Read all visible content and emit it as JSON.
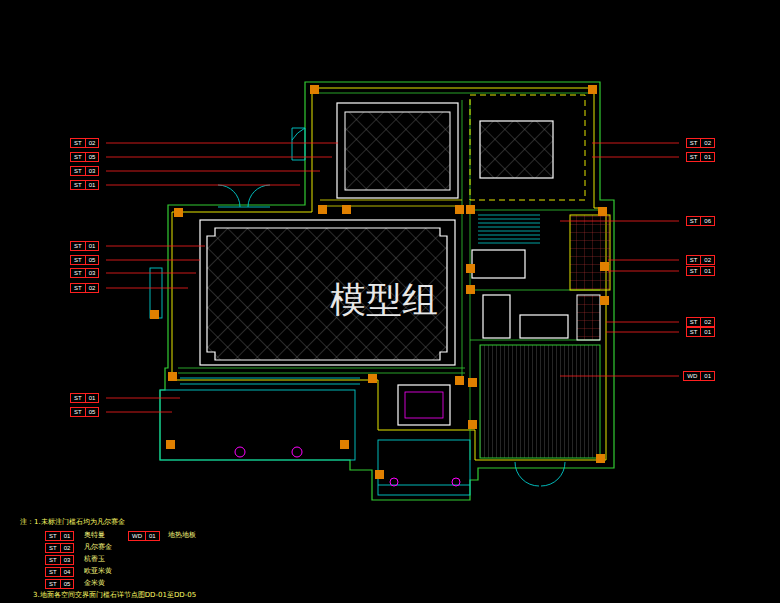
{
  "diagram": {
    "nodes": [
      {
        "text": [
          "ST",
          "02"
        ]
      },
      {
        "text": [
          "ST",
          "02"
        ]
      },
      {
        "text": [
          "ST",
          "05"
        ]
      },
      {
        "text": [
          "ST",
          "01"
        ]
      },
      {
        "text": [
          "ST",
          "03"
        ]
      },
      {
        "text": [
          "ST",
          "01"
        ]
      },
      {
        "text": [
          "ST",
          "06"
        ]
      },
      {
        "text": [
          "ST",
          "01"
        ]
      },
      {
        "text": [
          "ST",
          "05"
        ]
      },
      {
        "text": [
          "ST",
          "02"
        ]
      },
      {
        "text": [
          "ST",
          "01"
        ]
      },
      {
        "text": [
          "ST",
          "03"
        ]
      },
      {
        "text": [
          "ST",
          "02"
        ]
      },
      {
        "text": [
          "ST",
          "02"
        ]
      },
      {
        "text": [
          "ST",
          "01"
        ]
      },
      {
        "text": [
          "WD",
          "01"
        ]
      },
      {
        "text": [
          "ST",
          "01"
        ]
      },
      {
        "text": [
          "ST",
          "05"
        ]
      },
      {
        "text": [
          "ST",
          "01"
        ]
      },
      {
        "text": [
          "WD",
          "01"
        ]
      },
      {
        "text": [
          "ST",
          "02"
        ]
      },
      {
        "text": [
          "ST",
          "03"
        ]
      },
      {
        "text": [
          "ST",
          "04"
        ]
      },
      {
        "text": [
          "ST",
          "05"
        ]
      }
    ],
    "labels": [
      "注：1.未标注门槛石均为凡尔赛金",
      "奥特曼",
      "地热地板",
      "凡尔赛金",
      "杭香玉",
      "欧亚米黄",
      "金米黄",
      "3.地面各空间交界面门槛石详节点图DD-01至DD-05",
      "模型组"
    ]
  }
}
